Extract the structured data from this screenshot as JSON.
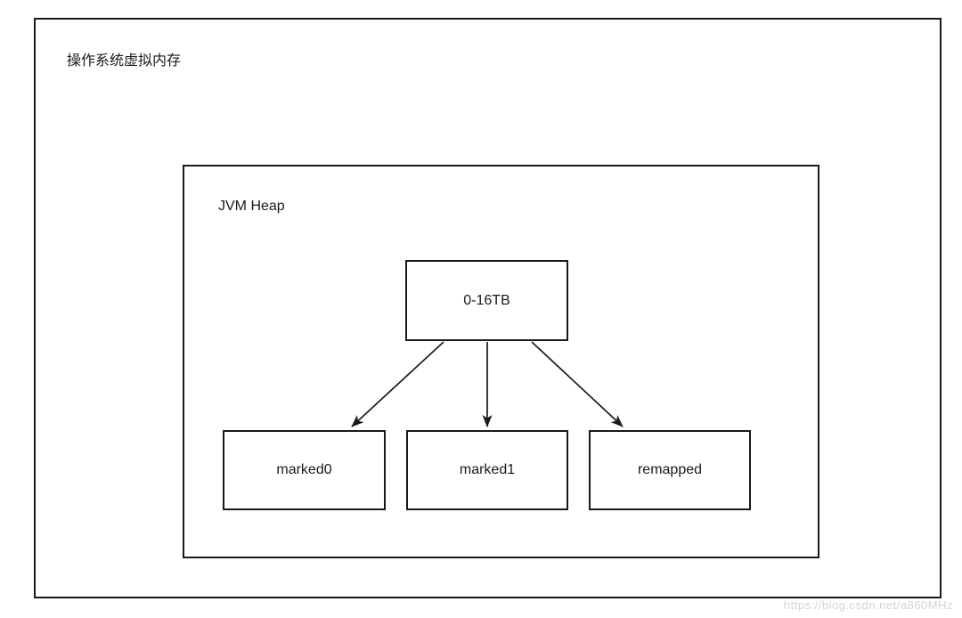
{
  "diagram": {
    "outer_box_label": "操作系统虚拟内存",
    "inner_box_label": "JVM Heap",
    "root_node_label": "0-16TB",
    "child_nodes": [
      {
        "label": "marked0"
      },
      {
        "label": "marked1"
      },
      {
        "label": "remapped"
      }
    ],
    "colors": {
      "line": "#1a1a1a",
      "text": "#1a1a1a",
      "background": "#ffffff"
    }
  },
  "watermark": {
    "text": "https://blog.csdn.net/a860MHz",
    "color": "#d4d4d4"
  }
}
